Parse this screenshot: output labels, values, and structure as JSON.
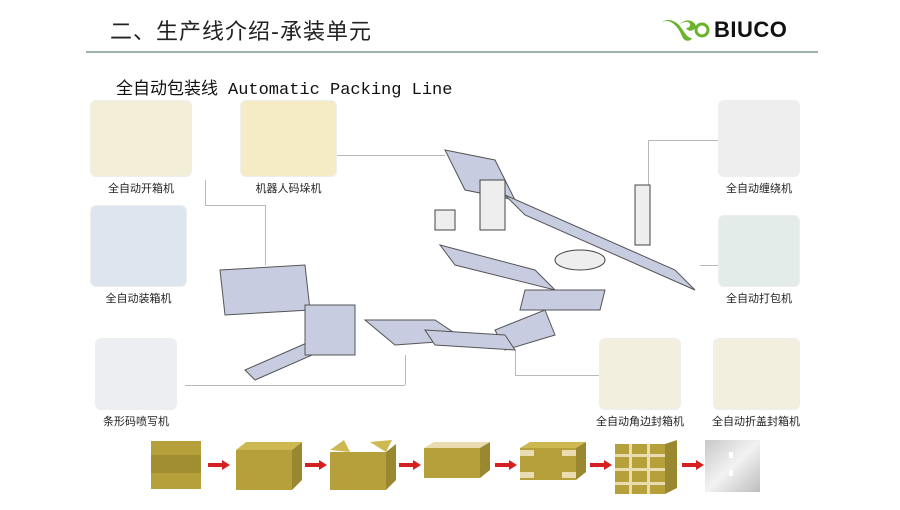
{
  "header": {
    "title": "二、生产线介绍-承装单元",
    "logo_text": "BIUCO",
    "logo_color": "#6ab42d"
  },
  "section": {
    "title_cn": "全自动包装线",
    "title_en": "Automatic Packing Line"
  },
  "machines": [
    {
      "id": "case-erector",
      "label": "全自动开箱机"
    },
    {
      "id": "robot-palletizer",
      "label": "机器人码垛机"
    },
    {
      "id": "case-packer",
      "label": "全自动装箱机"
    },
    {
      "id": "barcode-printer",
      "label": "条形码喷写机"
    },
    {
      "id": "stretch-wrapper",
      "label": "全自动缠绕机"
    },
    {
      "id": "strapping-machine",
      "label": "全自动打包机"
    },
    {
      "id": "corner-sealer",
      "label": "全自动角边封箱机"
    },
    {
      "id": "flap-sealer",
      "label": "全自动折盖封箱机"
    }
  ],
  "process_steps": [
    {
      "name": "flat-carton"
    },
    {
      "name": "opened-carton"
    },
    {
      "name": "filled-carton"
    },
    {
      "name": "sealed-carton"
    },
    {
      "name": "corner-sealed-carton"
    },
    {
      "name": "palletized-cartons"
    },
    {
      "name": "wrapped-pallet"
    }
  ],
  "colors": {
    "carton": "#b5a03c",
    "arrow": "#d42020",
    "divider": "#9fb3ad"
  }
}
